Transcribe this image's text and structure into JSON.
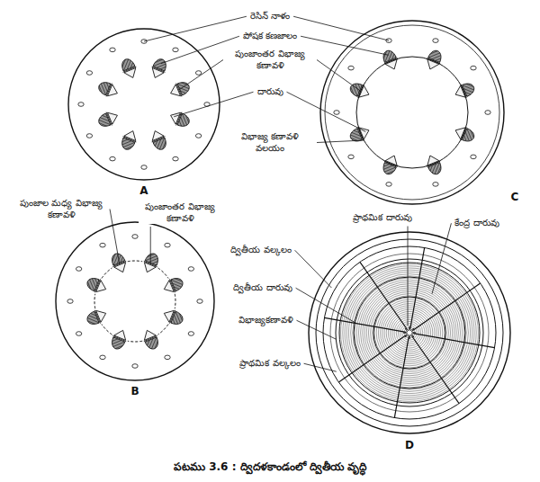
{
  "diagram": {
    "caption": "పటము 3.6 : ద్విదళకాండంలో ద్వితీయ వృద్ధి",
    "labels": [
      "రెసిన్ నాళం",
      "పోషక కణజాలం",
      "పుంజాంతర విభాజ్య కణావళి",
      "దారువు",
      "విభాజ్య కణావళి వలయం",
      "A",
      "C",
      "పుంజాల మధ్య విభాజ్య కణావళి",
      "పుంజాంతర విభాజ్య కణావళి",
      "ప్రాథమిక దారువు",
      "కేంద్ర దారువు",
      "ద్వితీయ వల్కలం",
      "ద్వితీయ దారువు",
      "విభాజ్యకణావళి",
      "ప్రాథమిక వల్కలం",
      "B",
      "D"
    ]
  }
}
